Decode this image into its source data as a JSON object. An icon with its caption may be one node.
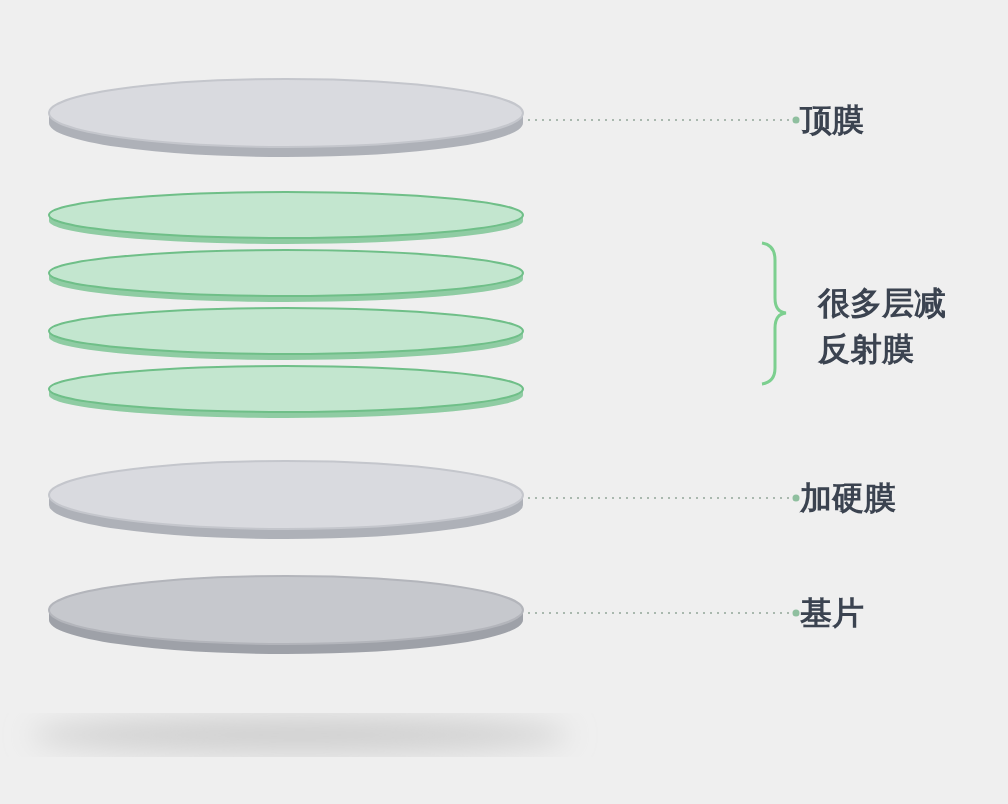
{
  "diagram": {
    "nodes": [
      {
        "text": [],
        "shape": "disc"
      },
      {
        "text": [
          "顶膜"
        ]
      },
      {
        "text": [],
        "shape": "disc"
      },
      {
        "text": [],
        "shape": "disc"
      },
      {
        "text": [],
        "shape": "disc"
      },
      {
        "text": [],
        "shape": "disc"
      },
      {
        "text": [],
        "shape": "disc"
      },
      {
        "text": [
          "加硬膜"
        ]
      },
      {
        "text": [],
        "shape": "disc"
      },
      {
        "text": [
          "基片"
        ]
      }
    ],
    "edges": [
      {
        "from": 1,
        "to": 0,
        "arrow": "other",
        "style": "dashed"
      },
      {
        "from": 7,
        "to": 6,
        "arrow": "other",
        "style": "dashed"
      },
      {
        "from": 9,
        "to": 8,
        "arrow": "other",
        "style": "dashed"
      }
    ],
    "labels": [
      "很多层减反射膜"
    ]
  }
}
